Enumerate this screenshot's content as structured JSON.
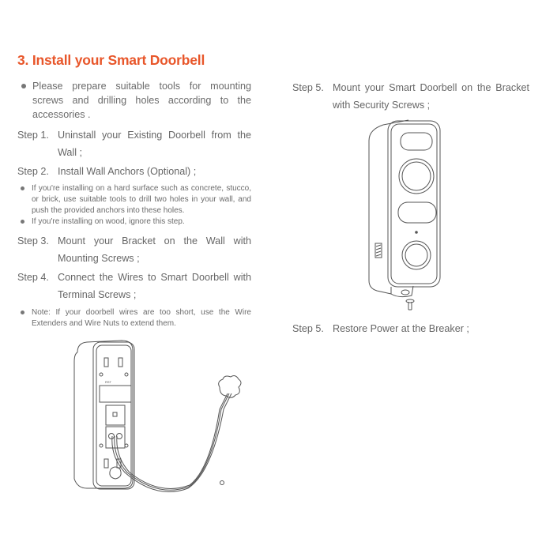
{
  "section": {
    "title": "3. Install your Smart Doorbell"
  },
  "left": {
    "intro_bullet": "Please prepare suitable tools for mounting screws and drilling holes according to the accessories .",
    "steps": [
      {
        "num": "Step 1.",
        "text": "Uninstall your Existing Doorbell from the Wall ;"
      },
      {
        "num": "Step 2.",
        "text": "Install Wall Anchors (Optional) ;"
      },
      {
        "num": "Step 3.",
        "text": "Mount your Bracket on the Wall with Mounting Screws ;"
      },
      {
        "num": "Step 4.",
        "text": "Connect the Wires to Smart Doorbell with Terminal Screws ;"
      }
    ],
    "step2_notes": [
      "If you're installing on a hard surface such as concrete, stucco, or brick, use suitable tools to drill two holes in your wall, and push the provided anchors into these holes.",
      "If you're installing on wood, ignore this step."
    ],
    "step4_note": "Note: If your doorbell wires are too short, use the Wire Extenders and Wire Nuts to extend them."
  },
  "right": {
    "steps": [
      {
        "num": "Step 5.",
        "text": "Mount your Smart Doorbell on the Bracket with Security Screws ;"
      },
      {
        "num": "Step 5.",
        "text": "Restore Power at the Breaker ;"
      }
    ]
  },
  "illustrations": {
    "left": "doorbell-back-wiring-illustration",
    "right": "doorbell-front-mounted-illustration"
  },
  "colors": {
    "accent": "#E8562A",
    "body_text": "#666666",
    "line_art": "#555555"
  }
}
